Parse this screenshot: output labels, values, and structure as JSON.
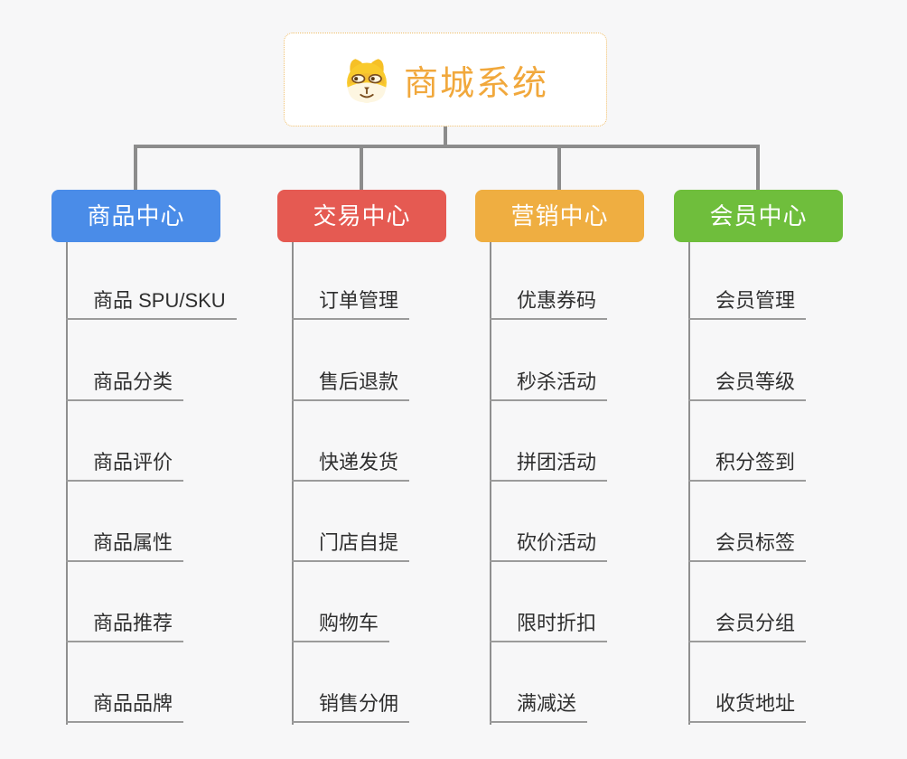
{
  "root": {
    "label": "商城系统",
    "icon": "shiba-dog-icon",
    "title_color": "#F1A83C",
    "border_color": "#EFBE6B"
  },
  "palette": {
    "background": "#F7F7F8",
    "connector_line": "#8C8C8C",
    "leaf_underline": "#9B9B9B",
    "leaf_text": "#2F2F2F"
  },
  "branches": [
    {
      "label": "商品中心",
      "color": "#4A8CE8",
      "items": [
        "商品 SPU/SKU",
        "商品分类",
        "商品评价",
        "商品属性",
        "商品推荐",
        "商品品牌"
      ]
    },
    {
      "label": "交易中心",
      "color": "#E55A52",
      "items": [
        "订单管理",
        "售后退款",
        "快递发货",
        "门店自提",
        "购物车",
        "销售分佣"
      ]
    },
    {
      "label": "营销中心",
      "color": "#EFAE41",
      "items": [
        "优惠券码",
        "秒杀活动",
        "拼团活动",
        "砍价活动",
        "限时折扣",
        "满减送"
      ]
    },
    {
      "label": "会员中心",
      "color": "#6FBE3C",
      "items": [
        "会员管理",
        "会员等级",
        "积分签到",
        "会员标签",
        "会员分组",
        "收货地址"
      ]
    }
  ]
}
